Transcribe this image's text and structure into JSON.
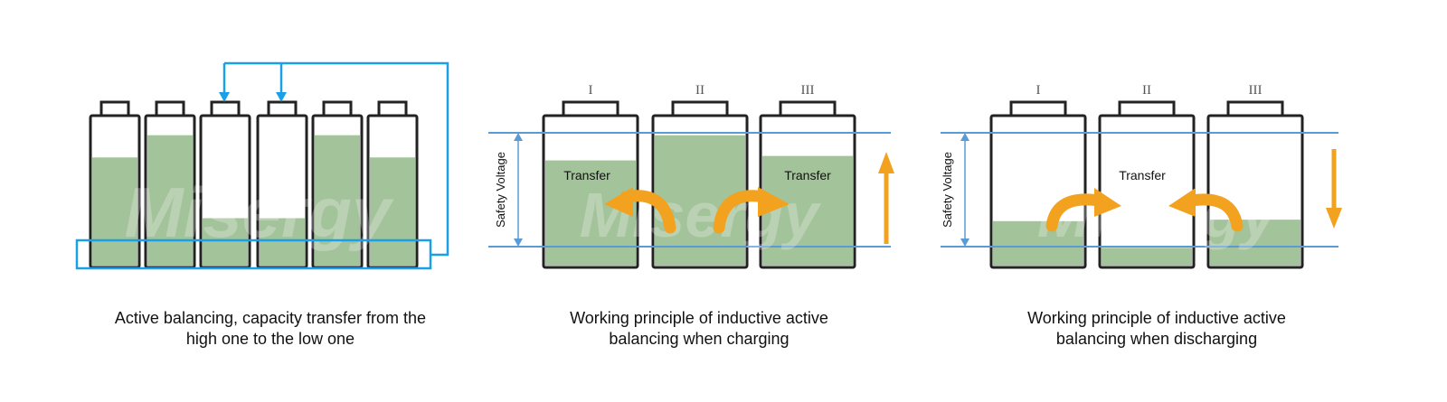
{
  "watermark": "Misergy",
  "colors": {
    "fill": "#a3c39a",
    "line": "#1aa0e6",
    "safety": "#5b9bd5",
    "arrow": "#f2a21e"
  },
  "panel1": {
    "levels": [
      0.73,
      0.88,
      0.32,
      0.32,
      0.88,
      0.73
    ],
    "caption": [
      "Active balancing, capacity transfer from the",
      "high one to the low one"
    ]
  },
  "panel2": {
    "cell_labels": [
      "I",
      "II",
      "III"
    ],
    "levels": [
      0.71,
      0.88,
      0.74
    ],
    "axis_label": "Safety Voltage",
    "transfer_labels": [
      "Transfer",
      "Transfer"
    ],
    "caption": [
      "Working principle of inductive active",
      "balancing when charging"
    ]
  },
  "panel3": {
    "cell_labels": [
      "I",
      "II",
      "III"
    ],
    "levels": [
      0.3,
      0.12,
      0.31
    ],
    "axis_label": "Safety Voltage",
    "transfer_labels": [
      "Transfer"
    ],
    "caption": [
      "Working principle of inductive active",
      "balancing when discharging"
    ]
  }
}
